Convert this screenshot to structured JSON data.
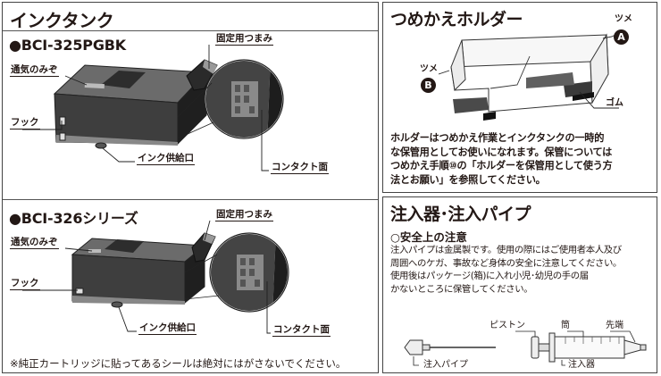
{
  "ink_tank": {
    "title": "インクタンク",
    "model_a": "●BCI-325PGBK",
    "model_b": "●BCI-326シリーズ",
    "labels": {
      "lock_knob_a": "固定用つまみ",
      "vent_a": "通気のみぞ",
      "hook_a": "フック",
      "supply_a": "インク供給口",
      "contact_a": "コンタクト面",
      "lock_knob_b": "固定用つまみ",
      "vent_b": "通気のみぞ",
      "hook_b": "フック",
      "supply_b": "インク供給口",
      "contact_b": "コンタクト面"
    },
    "footnote": "※純正カートリッジに貼ってあるシールは絶対にはがさないでください。"
  },
  "holder": {
    "title": "つめかえホルダー",
    "claw_a": "ツメ",
    "claw_a_badge": "A",
    "claw_b": "ツメ",
    "claw_b_badge": "B",
    "rubber": "ゴム",
    "text_lines": [
      "ホルダーはつめかえ作業とインクタンクの一時的",
      "な保管用としてお使いになれます。保管については",
      "つめかえ手順⑩の「ホルダーを保管用として使う方",
      "法とお願い」を参照してください。"
    ]
  },
  "syringe": {
    "title": "注入器･注入パイプ",
    "safety_heading": "○安全上の注意",
    "text_lines": [
      "注入パイプは金属製です。使用の際にはご使用者本人及び",
      "周囲へのケガ、事故など身体の安全に注意してください。",
      "使用後はパッケージ(箱)に入れ小児･幼児の手の届",
      "かないところに保管してください。"
    ],
    "labels": {
      "piston": "ピストン",
      "barrel": "筒",
      "tip": "先端",
      "pipe": "注入パイプ",
      "injector": "注入器"
    }
  }
}
